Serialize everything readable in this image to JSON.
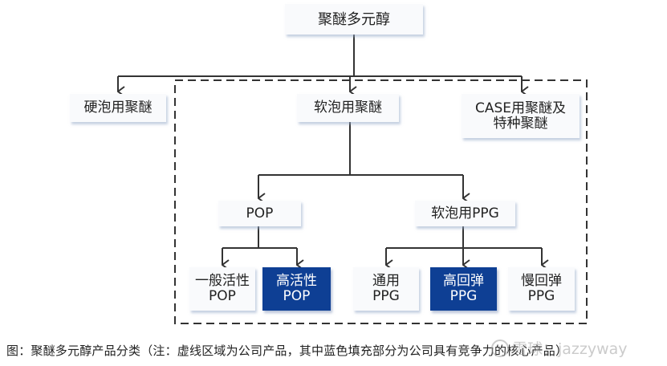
{
  "diagram": {
    "title": "聚醚多元醇产品分类",
    "nodes": {
      "root": {
        "label": "聚醚多元醇",
        "highlight": false
      },
      "rigid_foam": {
        "label": "硬泡用聚醚",
        "highlight": false
      },
      "flexible_foam": {
        "label": "软泡用聚醚",
        "highlight": false
      },
      "case_special": {
        "label": "CASE用聚醚及\n特种聚醚",
        "highlight": false
      },
      "pop": {
        "label": "POP",
        "highlight": false
      },
      "flexible_ppg": {
        "label": "软泡用PPG",
        "highlight": false
      },
      "general_pop": {
        "label": "一般活性\nPOP",
        "highlight": false
      },
      "high_active_pop": {
        "label": "高活性\nPOP",
        "highlight": true
      },
      "general_ppg": {
        "label": "通用\nPPG",
        "highlight": false
      },
      "high_resilience_ppg": {
        "label": "高回弹\nPPG",
        "highlight": true
      },
      "slow_rebound_ppg": {
        "label": "慢回弹\nPPG",
        "highlight": true
      }
    },
    "edges": [
      [
        "root",
        "rigid_foam"
      ],
      [
        "root",
        "flexible_foam"
      ],
      [
        "root",
        "case_special"
      ],
      [
        "flexible_foam",
        "pop"
      ],
      [
        "flexible_foam",
        "flexible_ppg"
      ],
      [
        "pop",
        "general_pop"
      ],
      [
        "pop",
        "high_active_pop"
      ],
      [
        "flexible_ppg",
        "general_ppg"
      ],
      [
        "flexible_ppg",
        "high_resilience_ppg"
      ],
      [
        "flexible_ppg",
        "slow_rebound_ppg"
      ]
    ],
    "dashed_region_meaning": "公司产品",
    "colors": {
      "core_fill": "#0e3f94",
      "node_fill": "#f9fafc",
      "line": "#333333"
    }
  },
  "caption": "图：聚醚多元醇产品分类（注：虚线区域为公司产品，其中蓝色填充部分为公司具有竞争力的核心产品）",
  "watermark": "雪球：jazzyway"
}
